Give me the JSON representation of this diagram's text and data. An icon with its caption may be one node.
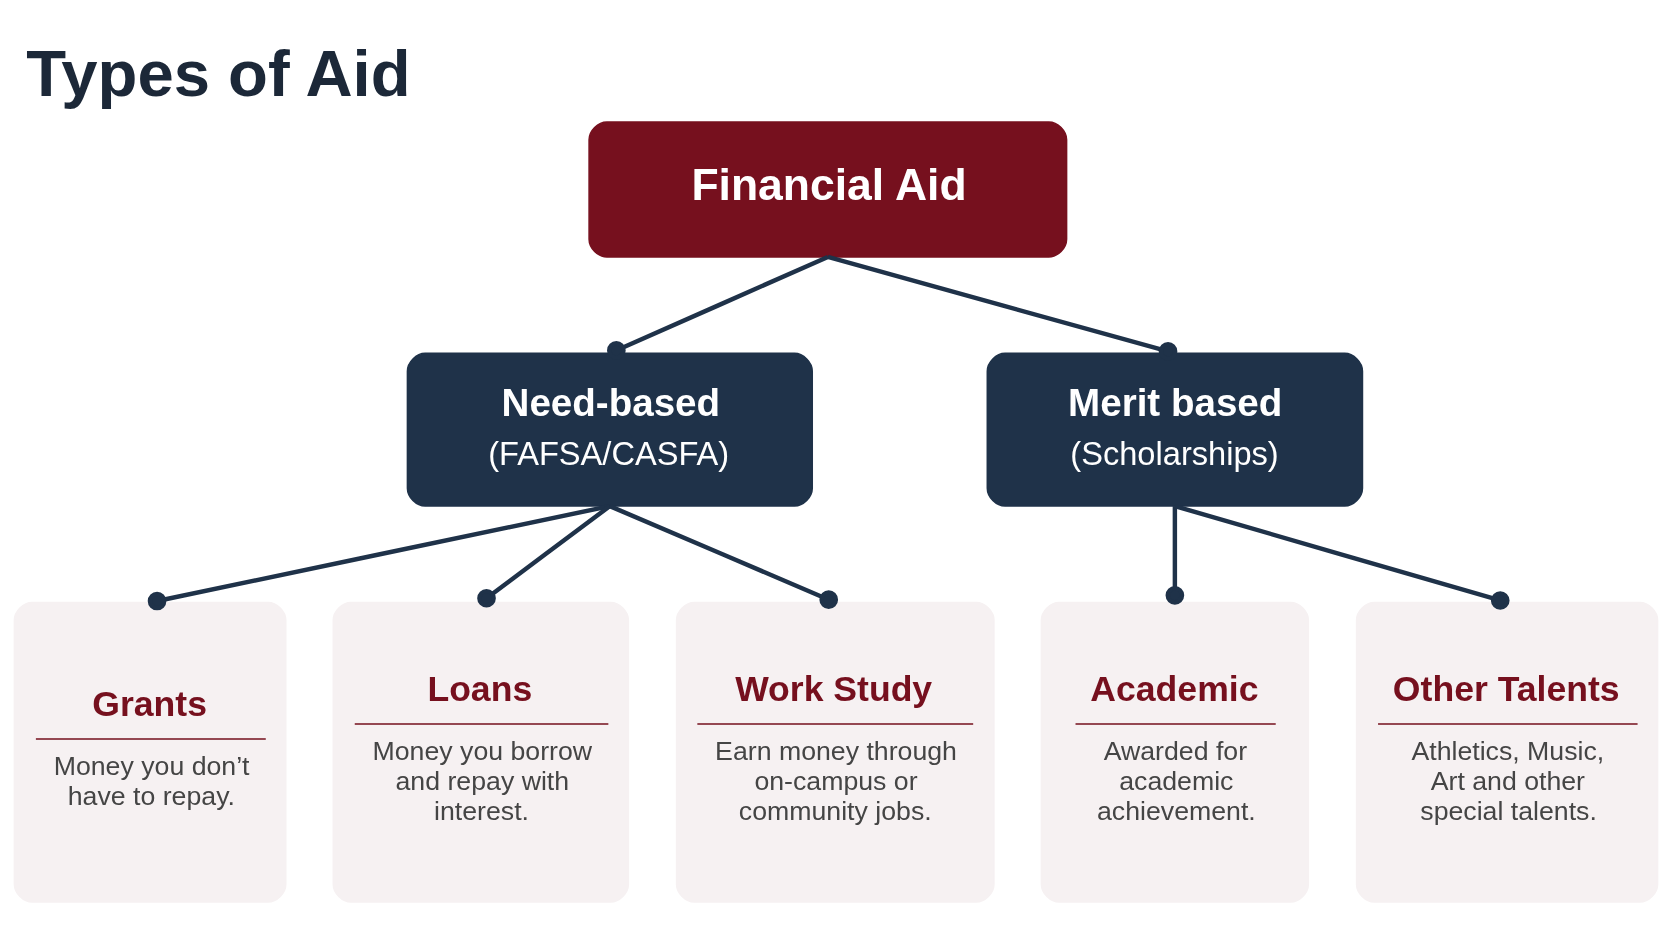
{
  "diagram": {
    "title": "Types of Aid",
    "nodes": [
      {
        "text": [
          "Financial Aid"
        ]
      },
      {
        "text": [
          "Need-based",
          "(FAFSA/CASFA)"
        ]
      },
      {
        "text": [
          "Merit based",
          "(Scholarships)"
        ]
      },
      {
        "text": [
          "Grants",
          "Money you don’t have to repay."
        ]
      },
      {
        "text": [
          "Loans",
          "Money you borrow and repay with interest."
        ]
      },
      {
        "text": [
          "Work Study",
          "Earn money through on-campus or community jobs."
        ]
      },
      {
        "text": [
          "Academic",
          "Awarded for academic achievement."
        ]
      },
      {
        "text": [
          "Other Talents",
          "Athletics, Music, Art and other special talents."
        ]
      }
    ],
    "edges": [
      {
        "from": 0,
        "to": 1,
        "arrow": "other"
      },
      {
        "from": 0,
        "to": 2,
        "arrow": "other"
      },
      {
        "from": 1,
        "to": 3,
        "arrow": "other"
      },
      {
        "from": 1,
        "to": 4,
        "arrow": "other"
      },
      {
        "from": 1,
        "to": 5,
        "arrow": "other"
      },
      {
        "from": 2,
        "to": 6,
        "arrow": "other"
      },
      {
        "from": 2,
        "to": 7,
        "arrow": "other"
      }
    ]
  }
}
